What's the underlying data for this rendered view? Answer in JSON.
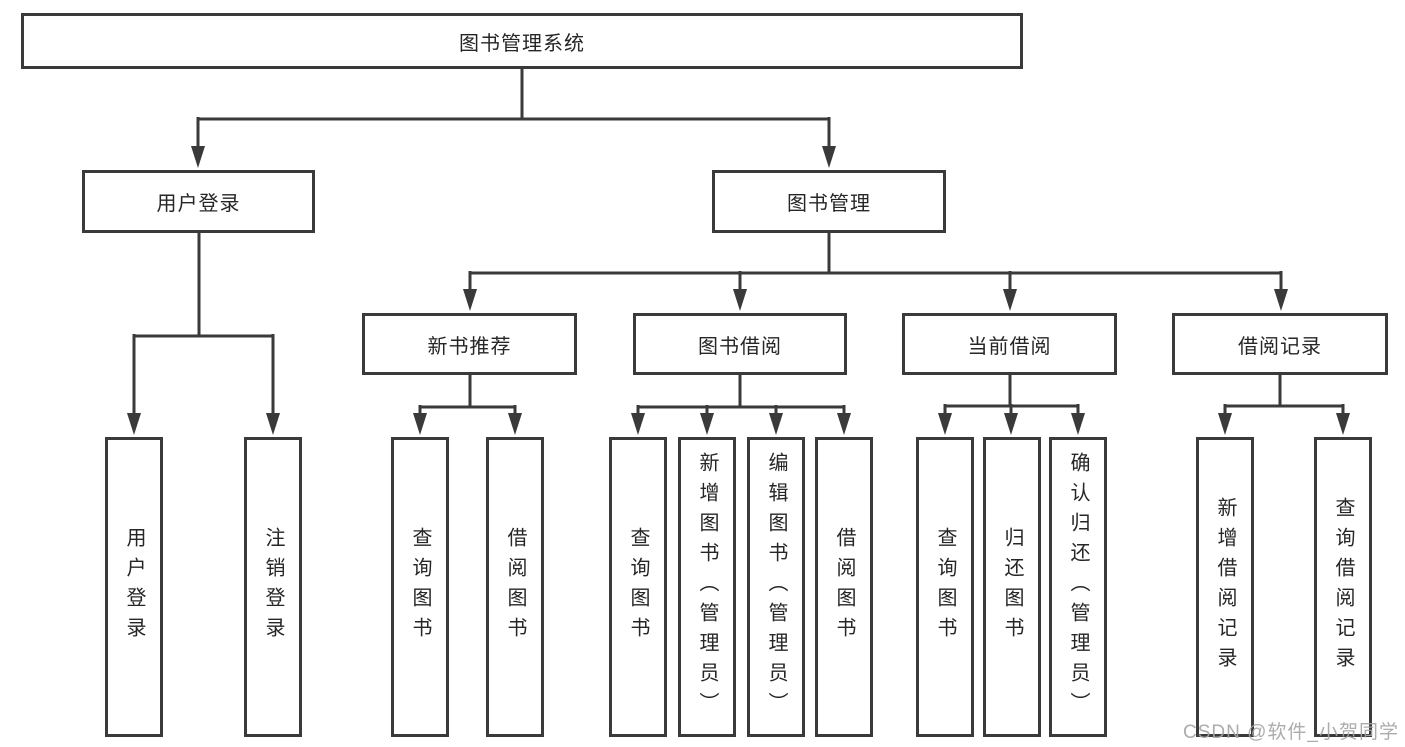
{
  "diagram": {
    "title": "图书管理系统",
    "level2": {
      "user_login": "用户登录",
      "book_mgmt": "图书管理"
    },
    "level3": {
      "new_books": "新书推荐",
      "book_borrow": "图书借阅",
      "current_borrow": "当前借阅",
      "borrow_records": "借阅记录"
    },
    "leaves": {
      "user_login": [
        "用户登录",
        "注销登录"
      ],
      "new_books": [
        "查询图书",
        "借阅图书"
      ],
      "book_borrow": [
        "查询图书",
        "新增图书（管理员）",
        "编辑图书（管理员）",
        "借阅图书"
      ],
      "current_borrow": [
        "查询图书",
        "归还图书",
        "确认归还（管理员）"
      ],
      "borrow_records": [
        "新增借阅记录",
        "查询借阅记录"
      ]
    },
    "colors": {
      "line": "#3a3a3a",
      "text": "#262626",
      "watermark": "#a5a5a5"
    },
    "watermark": "CSDN @软件_小贺同学"
  }
}
